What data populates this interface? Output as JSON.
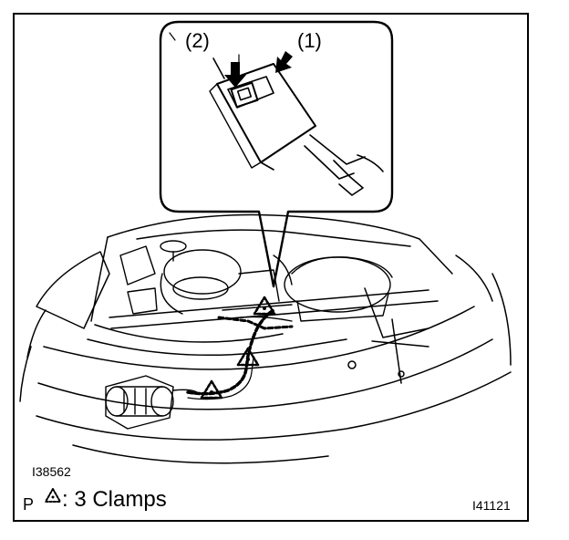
{
  "callouts": {
    "one": "(1)",
    "two": "(2)"
  },
  "figure_codes": {
    "left": "I38562",
    "right": "I41121"
  },
  "legend": {
    "prefix": "P",
    "symbol": "triangle-clamp-icon",
    "text": ": 3 Clamps"
  }
}
